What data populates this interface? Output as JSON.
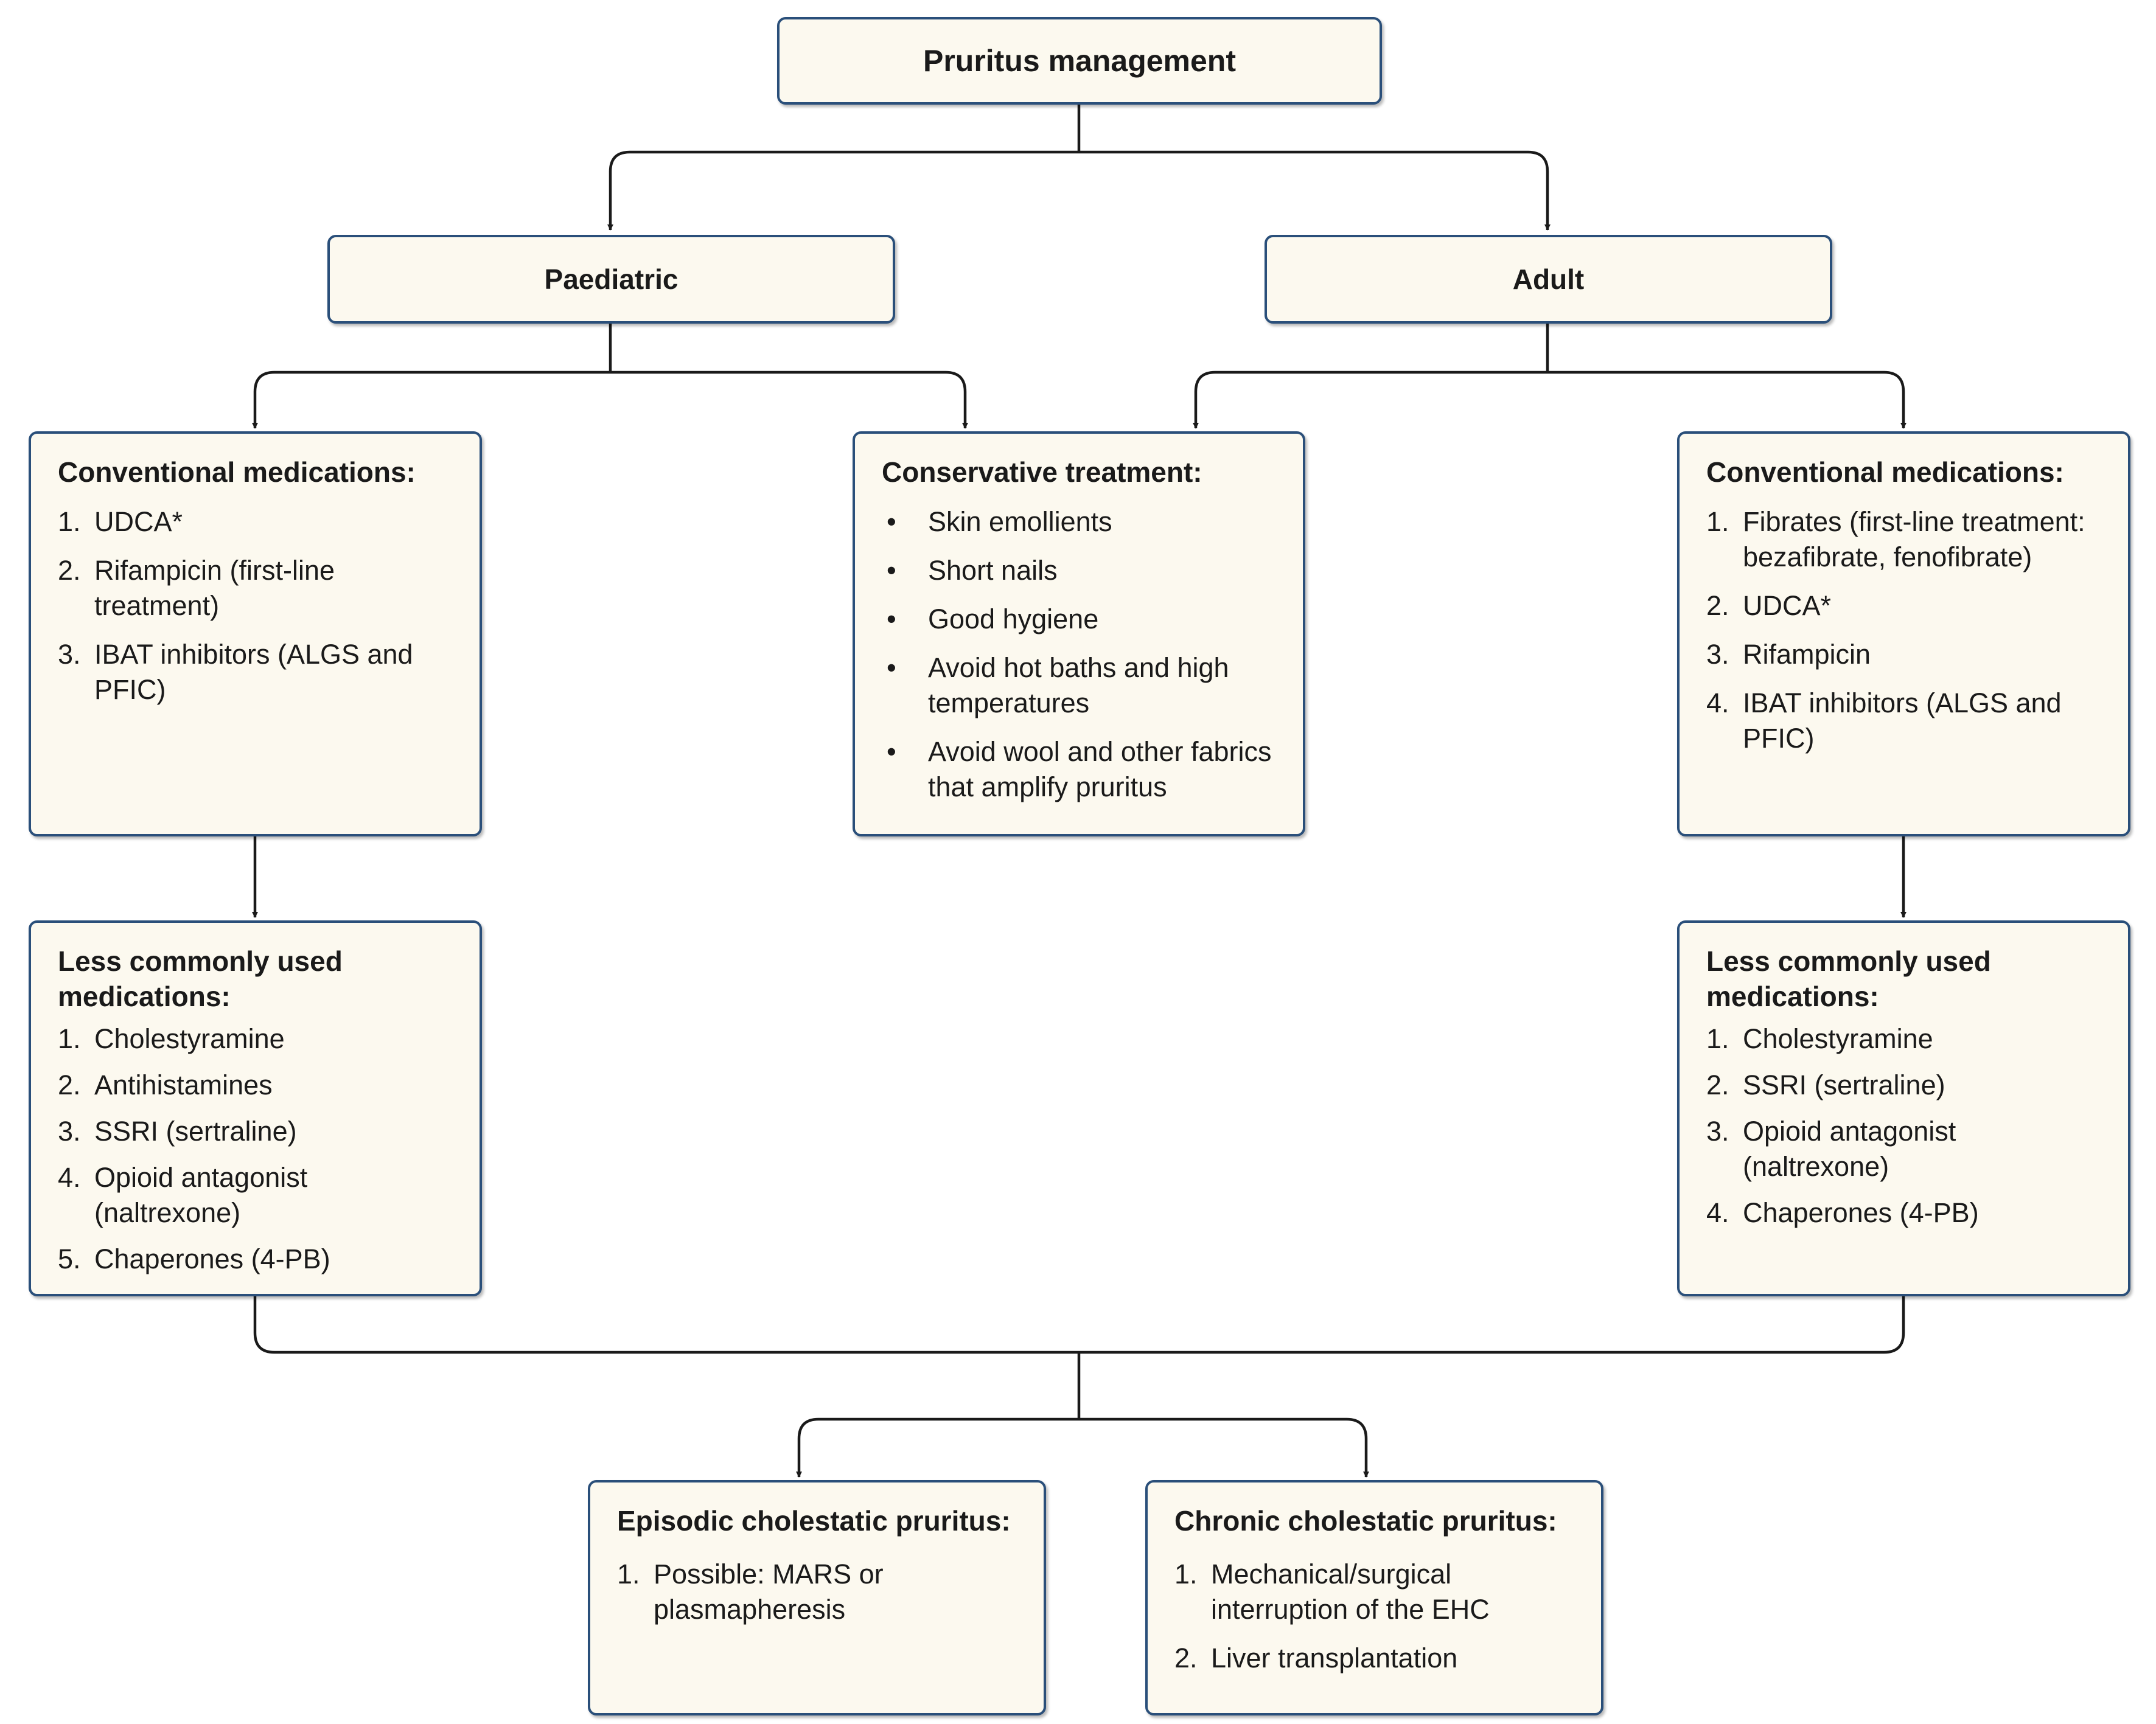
{
  "root": {
    "label": "Pruritus management"
  },
  "groups": {
    "paediatric": {
      "label": "Paediatric"
    },
    "adult": {
      "label": "Adult"
    }
  },
  "paed_conventional": {
    "title": "Conventional medications:",
    "items": [
      {
        "marker": "1.",
        "text": "UDCA*"
      },
      {
        "marker": "2.",
        "text": "Rifampicin (first-line treatment)"
      },
      {
        "marker": "3.",
        "text": "IBAT inhibitors (ALGS and PFIC)"
      }
    ]
  },
  "conservative": {
    "title": "Conservative treatment:",
    "items": [
      {
        "marker": "•",
        "text": "Skin emollients"
      },
      {
        "marker": "•",
        "text": "Short nails"
      },
      {
        "marker": "•",
        "text": "Good hygiene"
      },
      {
        "marker": "•",
        "text": "Avoid hot baths and high temperatures"
      },
      {
        "marker": "•",
        "text": "Avoid wool and other fabrics that amplify pruritus"
      }
    ]
  },
  "adult_conventional": {
    "title": "Conventional medications:",
    "items": [
      {
        "marker": "1.",
        "text": "Fibrates (first-line treatment: bezafibrate, fenofibrate)"
      },
      {
        "marker": "2.",
        "text": "UDCA*"
      },
      {
        "marker": "3.",
        "text": "Rifampicin"
      },
      {
        "marker": "4.",
        "text": "IBAT inhibitors (ALGS and PFIC)"
      }
    ]
  },
  "paed_less": {
    "title": "Less commonly used medications:",
    "items": [
      {
        "marker": "1.",
        "text": "Cholestyramine"
      },
      {
        "marker": "2.",
        "text": "Antihistamines"
      },
      {
        "marker": "3.",
        "text": "SSRI (sertraline)"
      },
      {
        "marker": "4.",
        "text": "Opioid antagonist (naltrexone)"
      },
      {
        "marker": "5.",
        "text": "Chaperones (4-PB)"
      }
    ]
  },
  "adult_less": {
    "title": "Less commonly used medications:",
    "items": [
      {
        "marker": "1.",
        "text": "Cholestyramine"
      },
      {
        "marker": "2.",
        "text": "SSRI (sertraline)"
      },
      {
        "marker": "3.",
        "text": "Opioid antagonist (naltrexone)"
      },
      {
        "marker": "4.",
        "text": "Chaperones (4-PB)"
      }
    ]
  },
  "episodic": {
    "title": "Episodic cholestatic pruritus:",
    "items": [
      {
        "marker": "1.",
        "text": "Possible: MARS or plasmapheresis"
      }
    ]
  },
  "chronic": {
    "title": "Chronic cholestatic pruritus:",
    "items": [
      {
        "marker": "1.",
        "text": "Mechanical/surgical interruption of the EHC"
      },
      {
        "marker": "2.",
        "text": "Liver transplantation"
      }
    ]
  },
  "colors": {
    "box_border": "#2a4f7a",
    "box_fill": "#fcf9ef",
    "line": "#1a1a1a"
  }
}
